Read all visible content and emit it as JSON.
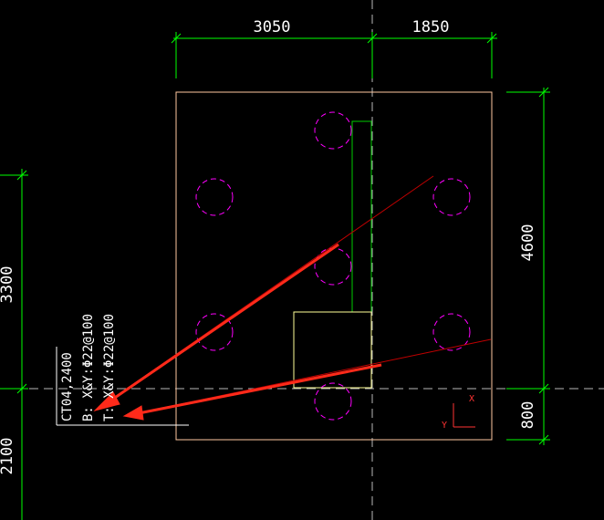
{
  "drawing": {
    "dimensions": {
      "top_left": "3050",
      "top_right": "1850",
      "right_upper": "4600",
      "right_lower": "800",
      "left_upper": "3300",
      "left_lower": "2100"
    },
    "pile_cap_label": {
      "line1": "CT04,2400",
      "line2": "B: X&Y:Φ22@100",
      "line3": "T: X&Y:Φ22@100"
    },
    "ucs": {
      "x_label": "X",
      "y_label": "Y"
    },
    "colors": {
      "background": "#000000",
      "dimension": "#00ff00",
      "outline": "#ffc8a0",
      "piles": "#ff00ff",
      "column": "#ffff99",
      "annotation_arrow": "#ff2a1a",
      "rebar_line": "#c00000",
      "axis_dash": "#b0b0b0",
      "wall": "#00cc00"
    }
  }
}
